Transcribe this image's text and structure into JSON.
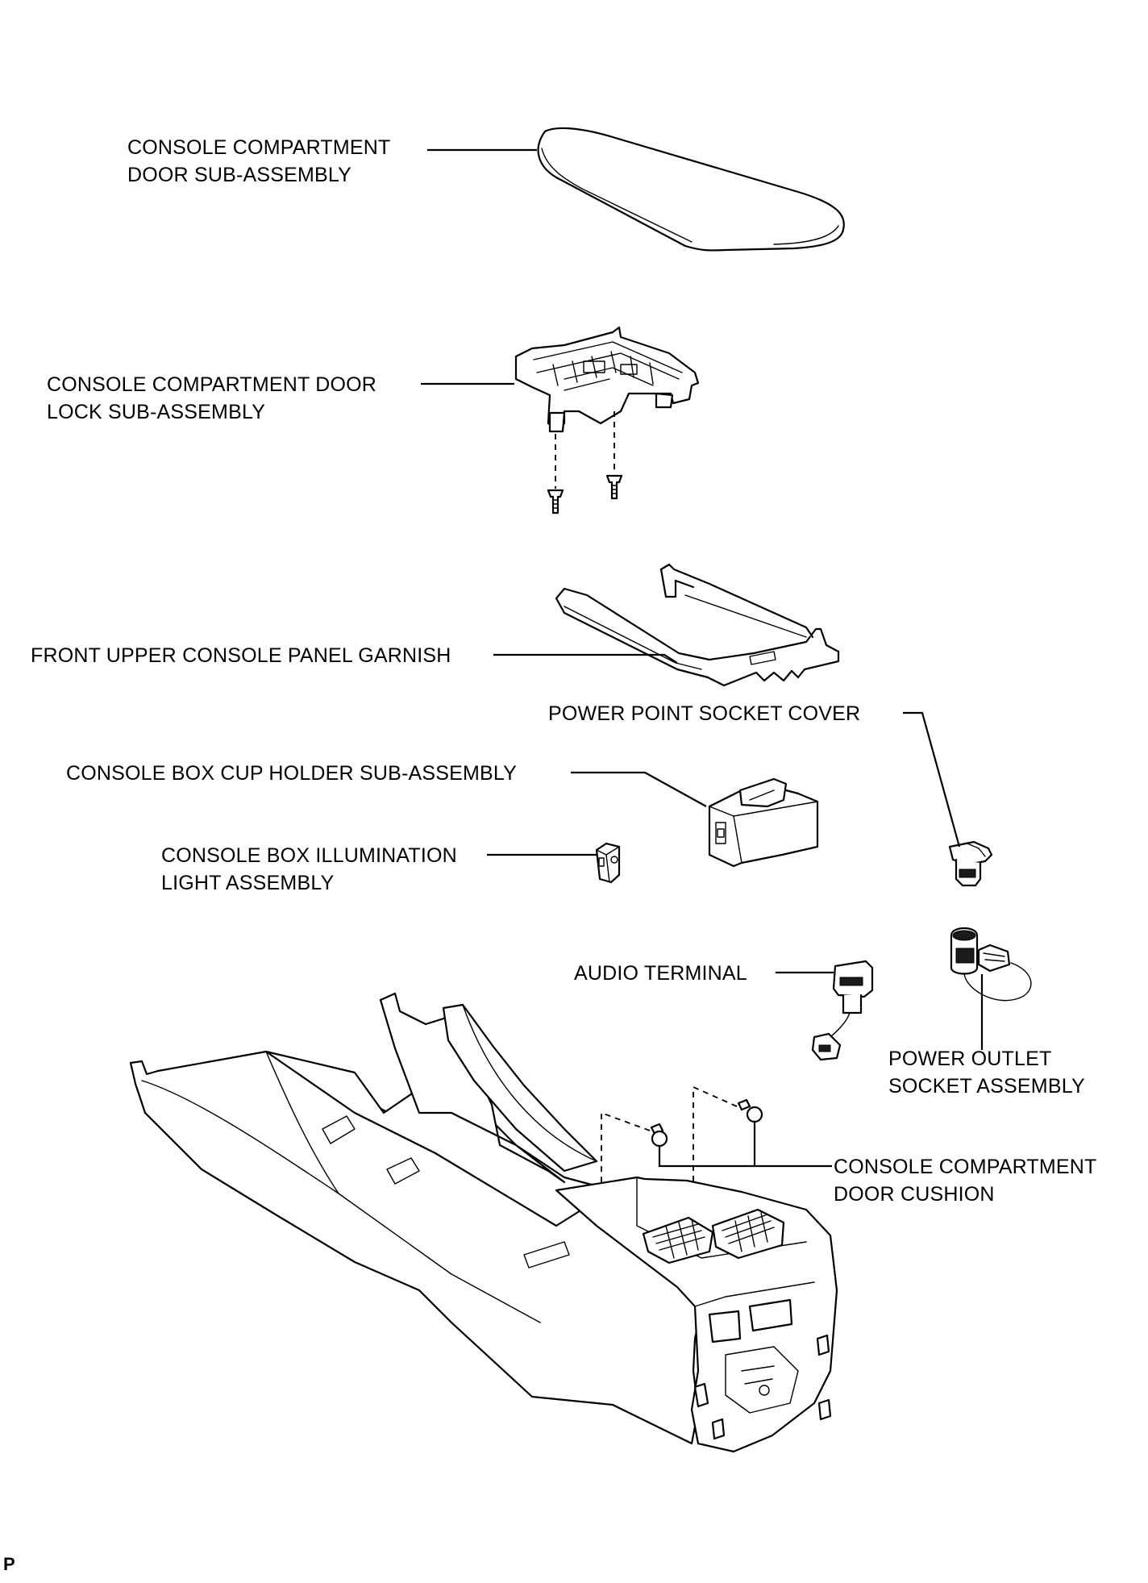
{
  "labels": {
    "door_sub_assembly": [
      "CONSOLE COMPARTMENT",
      "DOOR SUB-ASSEMBLY"
    ],
    "door_lock_sub_assembly": [
      "CONSOLE COMPARTMENT DOOR",
      "LOCK SUB-ASSEMBLY"
    ],
    "front_upper_garnish": [
      "FRONT UPPER CONSOLE PANEL GARNISH"
    ],
    "power_point_socket_cover": [
      "POWER POINT SOCKET COVER"
    ],
    "cup_holder_sub_assembly": [
      "CONSOLE BOX CUP HOLDER SUB-ASSEMBLY"
    ],
    "illumination_light_assembly": [
      "CONSOLE BOX ILLUMINATION",
      "LIGHT ASSEMBLY"
    ],
    "audio_terminal": [
      "AUDIO TERMINAL"
    ],
    "power_outlet_socket_assembly": [
      "POWER OUTLET",
      "SOCKET ASSEMBLY"
    ],
    "door_cushion": [
      "CONSOLE COMPARTMENT",
      "DOOR CUSHION"
    ]
  },
  "corner_mark": "P"
}
